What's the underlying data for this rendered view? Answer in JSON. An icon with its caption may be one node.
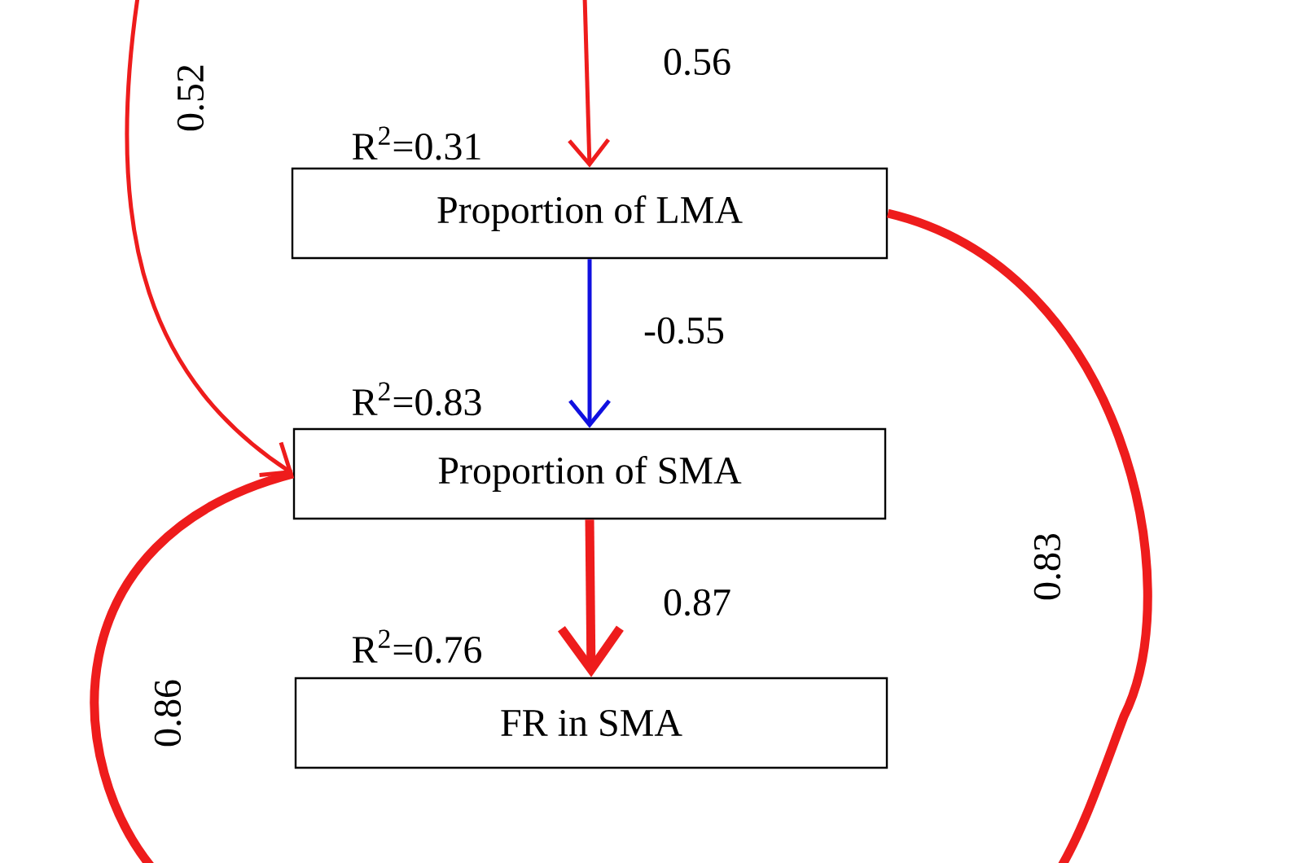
{
  "diagram": {
    "nodes": [
      {
        "text": [
          "Proportion of LMA"
        ],
        "beside": [
          "R$^{2}$=0.31"
        ]
      },
      {
        "text": [
          "Proportion of SMA"
        ],
        "beside": [
          "R$^{2}$=0.83"
        ]
      },
      {
        "text": [
          "FR in SMA"
        ],
        "beside": [
          "R$^{2}$=0.76"
        ]
      }
    ],
    "edges": [
      {
        "from": null,
        "to": 0,
        "arrow": "to",
        "label": "0.56"
      },
      {
        "from": null,
        "to": 1,
        "arrow": "to",
        "label": "0.52"
      },
      {
        "from": 0,
        "to": 1,
        "arrow": "to",
        "label": "-0.55",
        "color": "#1010e0"
      },
      {
        "from": 1,
        "to": 2,
        "arrow": "to",
        "label": "0.87",
        "style": "thick"
      },
      {
        "from": 0,
        "to": null,
        "arrow": "none",
        "label": "0.83",
        "style": "thick"
      },
      {
        "from": 1,
        "to": null,
        "arrow": "none",
        "label": "0.86",
        "style": "thick"
      }
    ]
  }
}
